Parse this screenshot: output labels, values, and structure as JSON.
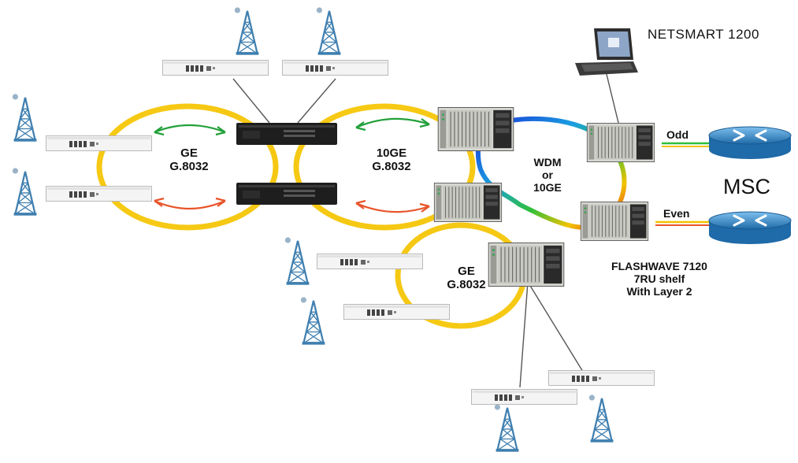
{
  "title": "NETSMART 1200",
  "msc_label": "MSC",
  "rings": [
    {
      "line1": "GE",
      "line2": "G.8032"
    },
    {
      "line1": "10GE",
      "line2": "G.8032"
    },
    {
      "line1": "GE",
      "line2": "G.8032"
    }
  ],
  "core_link": {
    "line1": "WDM",
    "line2": "or",
    "line3": "10GE"
  },
  "router_links": {
    "odd": "Odd",
    "even": "Even"
  },
  "shelf_caption": {
    "line1": "FLASHWAVE 7120",
    "line2": "7RU shelf",
    "line3": "With Layer 2"
  },
  "colors": {
    "ring": "#f5c400",
    "green_arrow": "#22a03a",
    "red_arrow": "#e8542a",
    "router": "#2f7fbf"
  },
  "icons": [
    "cell-tower-icon",
    "access-switch-icon",
    "aggregation-switch-icon",
    "wdm-shelf-icon",
    "router-icon",
    "laptop-icon"
  ]
}
